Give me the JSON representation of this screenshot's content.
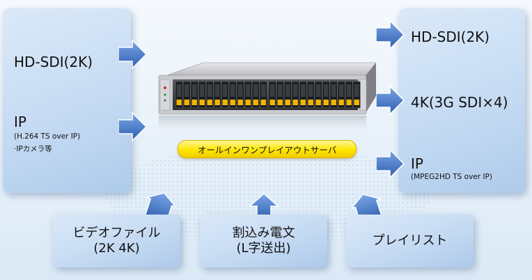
{
  "inputs": {
    "hdsdi": "HD-SDI(2K)",
    "ip_title": "IP",
    "ip_sub1": "(H.264 TS over IP)",
    "ip_sub2": "·IPカメラ等"
  },
  "outputs": {
    "hdsdi": "HD-SDI(2K)",
    "k4": "4K(3G SDI×4)",
    "ip_title": "IP",
    "ip_sub": "(MPEG2HD TS over IP)"
  },
  "center_label": "オールインワンプレイアウトサーバ",
  "bottom_sources": [
    {
      "line1": "ビデオファイル",
      "line2": "(2K 4K)"
    },
    {
      "line1": "割込み電文",
      "line2": "(L字送出)"
    },
    {
      "line1": "プレイリスト",
      "line2": ""
    }
  ],
  "colors": {
    "panel": "#c5dbf3",
    "arrow": "#3f6fc0",
    "arrow_light": "#6d9ae0",
    "label_yellow": "#ffe600",
    "drive_orange": "#f2b600"
  }
}
